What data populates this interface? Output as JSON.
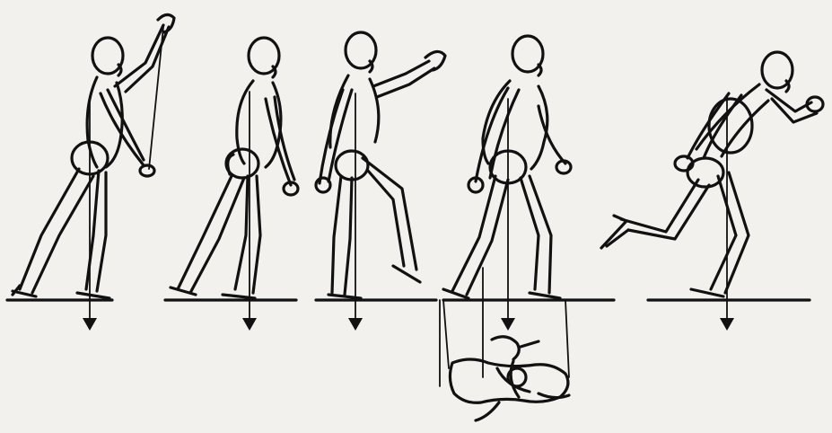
{
  "illustration": {
    "panels": [
      {
        "pose": "leaning-with-rope",
        "icon": "standing-figure-leaning-icon"
      },
      {
        "pose": "standing-step",
        "icon": "standing-figure-stepping-icon"
      },
      {
        "pose": "knee-raise",
        "icon": "figure-knee-raise-icon"
      },
      {
        "pose": "walking-with-top-view",
        "icon": "figure-walking-icon"
      },
      {
        "pose": "running",
        "icon": "figure-running-icon"
      }
    ],
    "colors": {
      "background": "#f2f1ee",
      "ink": "#111111"
    }
  }
}
